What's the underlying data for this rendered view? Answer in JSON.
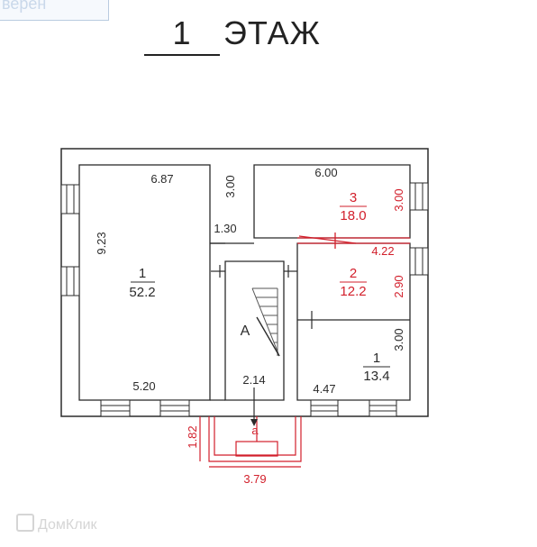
{
  "stamp_text": "верен",
  "floor_title": {
    "number": "1",
    "label": "ЭТАЖ"
  },
  "watermark": "ДомКлик",
  "labels": {
    "room1_num": "1",
    "room1_area": "52.2",
    "room2_num": "2",
    "room2_area": "12.2",
    "room3_num": "3",
    "room3_area": "18.0",
    "room4_num": "1",
    "room4_area": "13.4",
    "stair_label": "А",
    "porch_label": "а",
    "dim_687": "6.87",
    "dim_300a": "3.00",
    "dim_130": "1.30",
    "dim_923": "9.23",
    "dim_520": "5.20",
    "dim_214": "2.14",
    "dim_600": "6.00",
    "dim_300b": "3.00",
    "dim_422": "4.22",
    "dim_290": "2.90",
    "dim_300c": "3.00",
    "dim_447": "4.47",
    "dim_182": "1.82",
    "dim_379": "3.79"
  },
  "colors": {
    "ink": "#2b2b2b",
    "red": "#d21f2b",
    "grid": "#9a9a9a"
  }
}
